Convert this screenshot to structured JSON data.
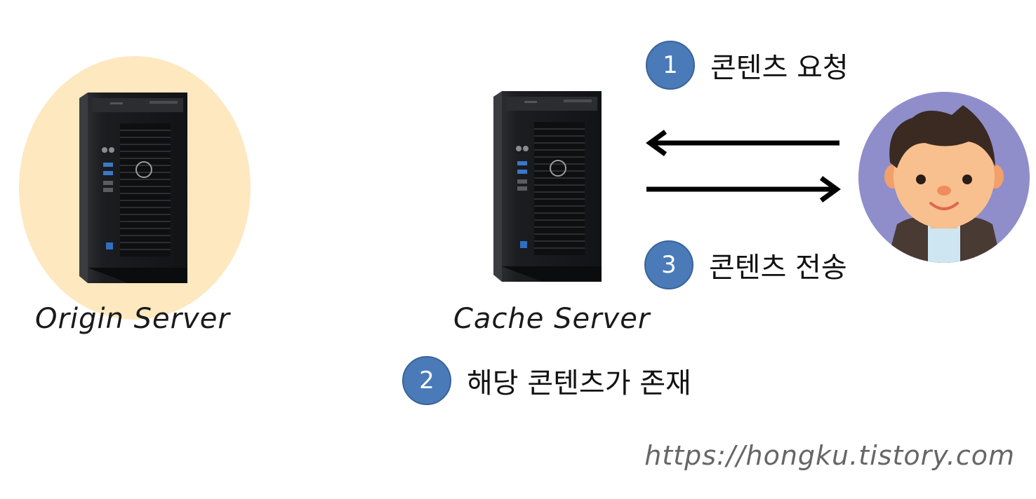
{
  "servers": {
    "origin": {
      "label": "Origin Server",
      "highlight_color": "#fde8c0"
    },
    "cache": {
      "label": "Cache Server"
    }
  },
  "steps": [
    {
      "number": "1",
      "text": "콘텐츠 요청"
    },
    {
      "number": "2",
      "text": "해당 콘텐츠가 존재"
    },
    {
      "number": "3",
      "text": "콘텐츠 전송"
    }
  ],
  "user": {
    "avatar_bg": "#8f8ecb"
  },
  "badge_color": "#4a7ab8",
  "watermark": "https://hongku.tistory.com"
}
